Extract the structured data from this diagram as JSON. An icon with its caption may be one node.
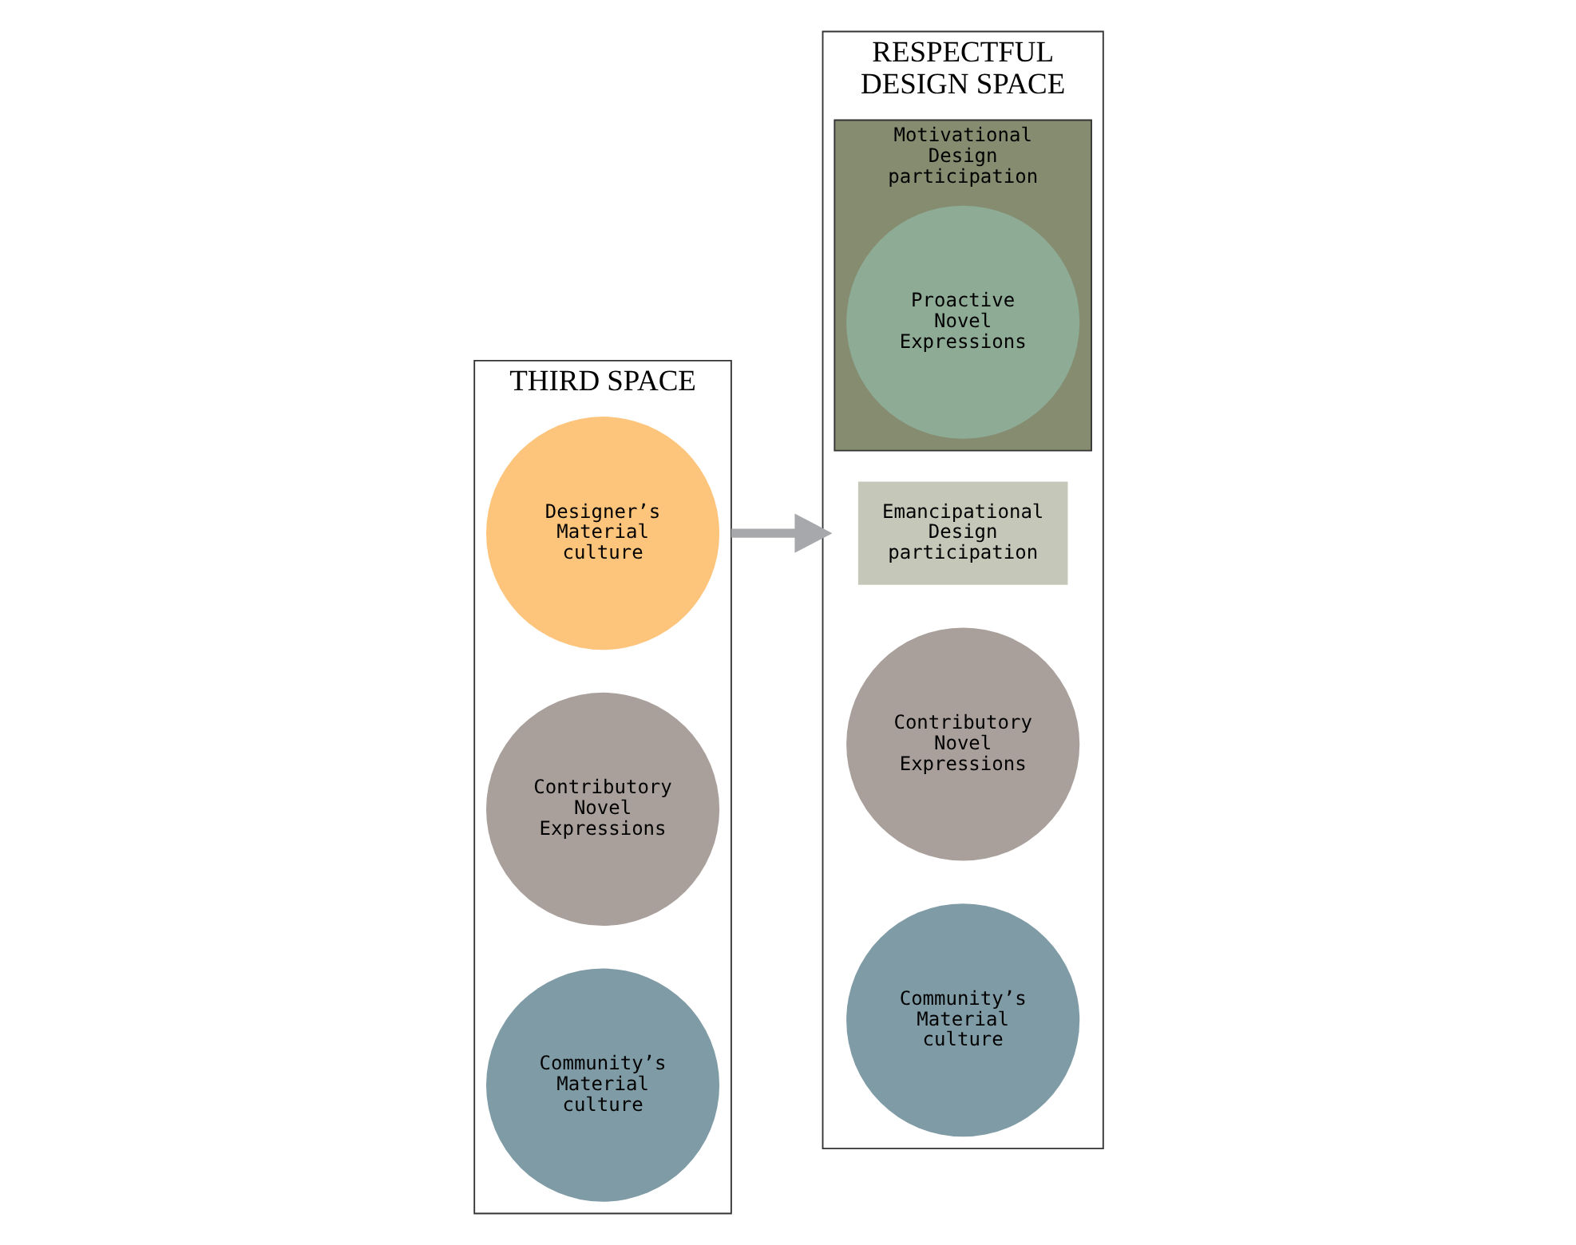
{
  "diagram": {
    "nodes": [
      {
        "text": [
          "THIRD SPACE"
        ]
      },
      {
        "text": [
          "Designer’s Material culture"
        ],
        "in": 0
      },
      {
        "text": [
          "Contributory Novel Expressions"
        ],
        "in": 0
      },
      {
        "text": [
          "Community’s Material culture"
        ],
        "in": 0
      },
      {
        "text": [
          "RESPECTFUL DESIGN SPACE"
        ]
      },
      {
        "text": [
          "Emancipational Design participation"
        ],
        "in": 4
      },
      {
        "text": [
          "Motivational Design participation"
        ],
        "in": 4
      },
      {
        "text": [
          "Contributory Novel Expressions"
        ],
        "in": 4
      },
      {
        "text": [
          "Proactive Novel Expressions"
        ],
        "in": 6
      },
      {
        "text": [
          "Community’s Material culture"
        ],
        "in": 4
      }
    ],
    "edges": [
      {
        "from": 0,
        "to": 4,
        "arrow": "to",
        "color": "#a7a8ab"
      }
    ]
  }
}
